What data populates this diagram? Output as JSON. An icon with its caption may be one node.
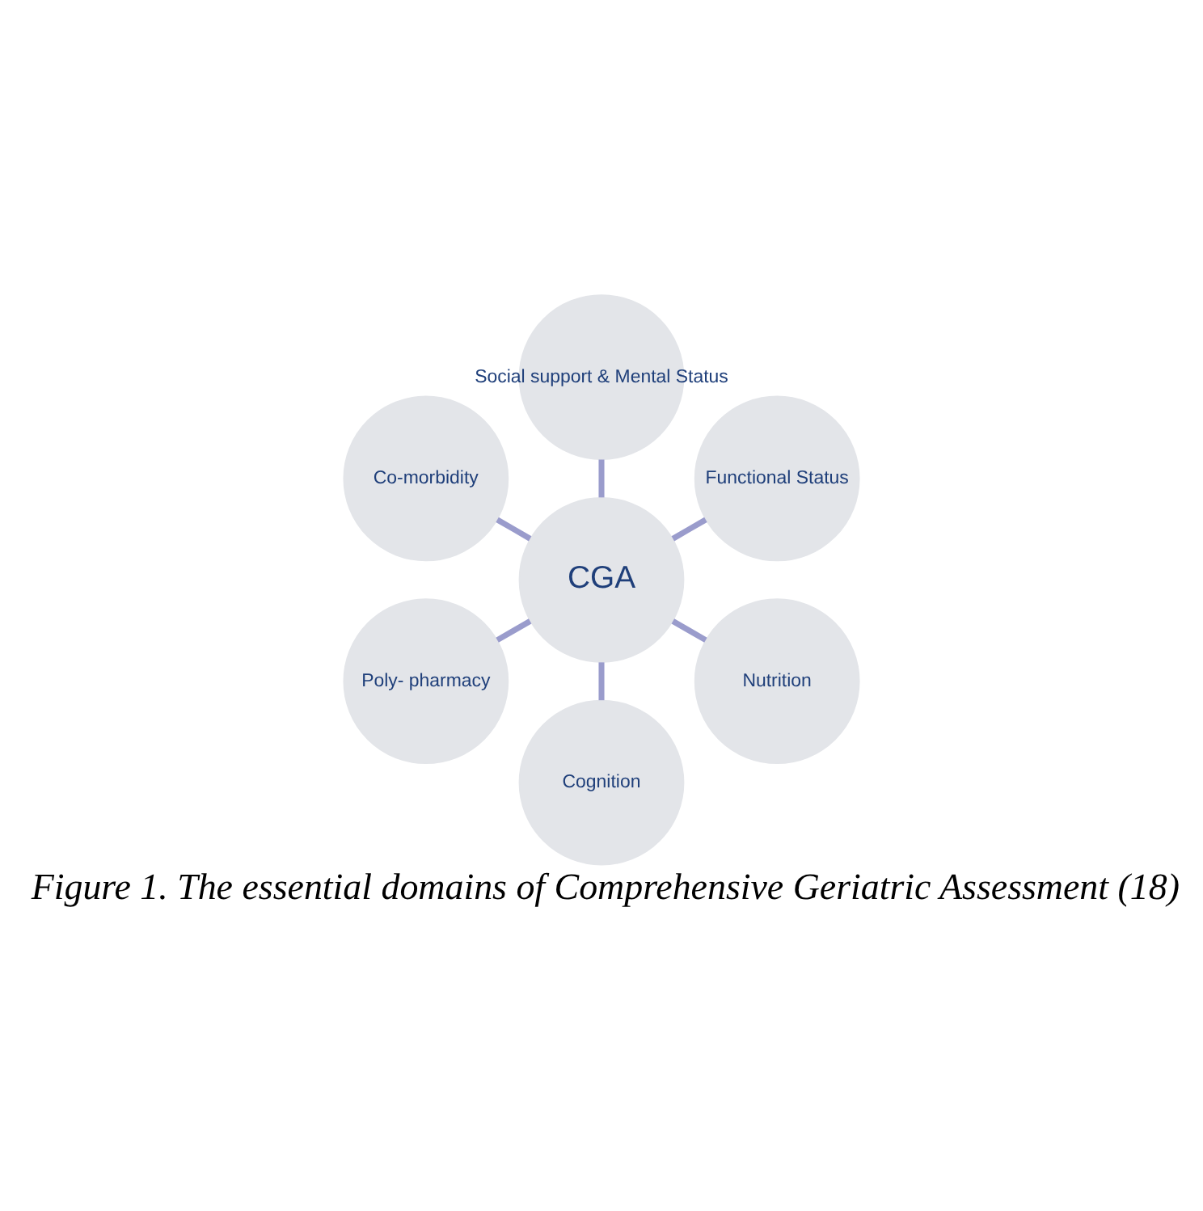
{
  "diagram": {
    "caption": "Figure 1. The essential domains of Comprehensive Geriatric Assessment (18)",
    "nodes": [
      {
        "text": [
          "Functional Status"
        ]
      },
      {
        "text": [
          "Social support & Mental Status"
        ]
      },
      {
        "text": [
          "Co-morbidity"
        ]
      },
      {
        "text": [
          "CGA"
        ]
      },
      {
        "text": [
          "Poly- pharmacy"
        ]
      },
      {
        "text": [
          "Cognition"
        ]
      },
      {
        "text": [
          "Nutrition"
        ]
      }
    ],
    "edges": [
      {
        "from": 3,
        "to": 0,
        "arrow": "none"
      },
      {
        "from": 3,
        "to": 2,
        "arrow": "none"
      },
      {
        "from": 3,
        "to": 5,
        "arrow": "none"
      },
      {
        "from": 3,
        "to": 6,
        "arrow": "none"
      },
      {
        "from": 3,
        "to": 4,
        "arrow": "none"
      },
      {
        "from": 3,
        "to": 1,
        "arrow": "none"
      }
    ]
  }
}
